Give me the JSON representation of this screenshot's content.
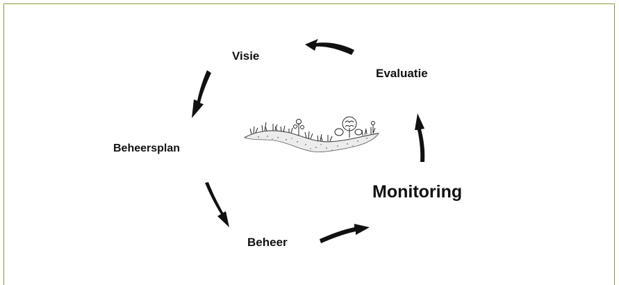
{
  "diagram": {
    "stages": {
      "visie": "Visie",
      "evaluatie": "Evaluatie",
      "beheersplan": "Beheersplan",
      "beheer": "Beheer",
      "monitoring": "Monitoring"
    },
    "colors": {
      "frame_border": "#8a9a3c",
      "arrow_fill": "#111111",
      "text": "#111111"
    },
    "icons": [
      "cycle-arrow-icon",
      "landscape-illustration"
    ]
  }
}
